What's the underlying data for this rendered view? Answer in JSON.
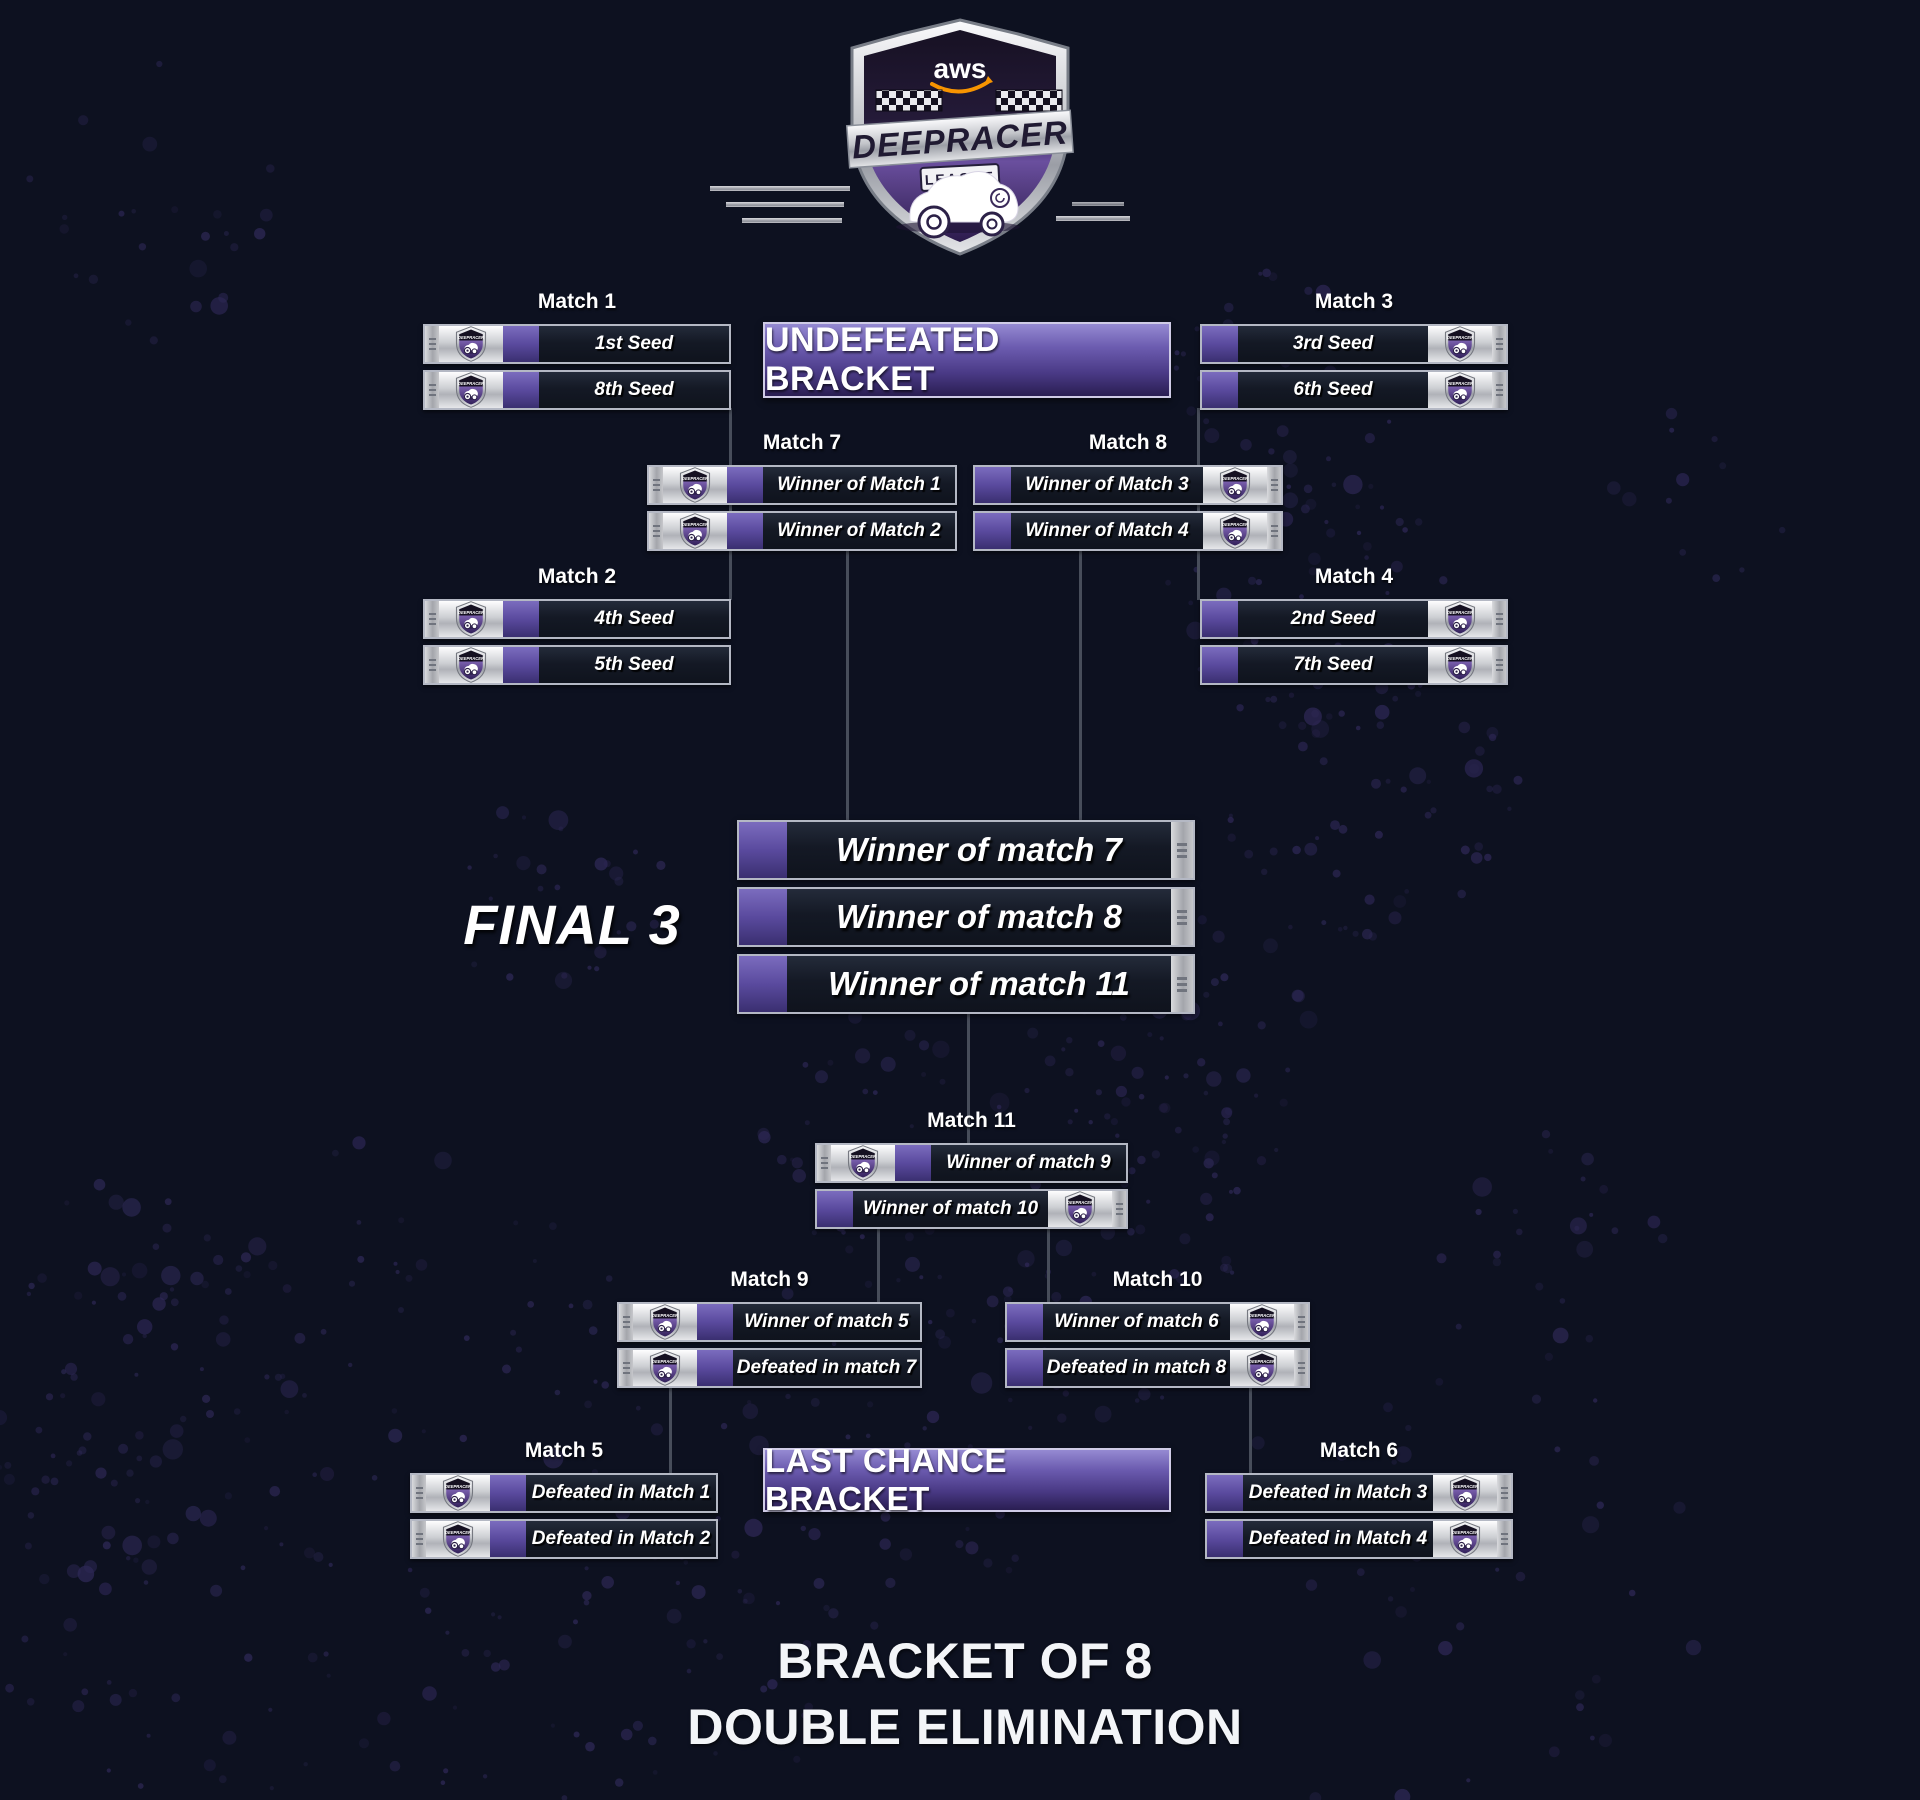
{
  "logo": {
    "aws": "aws",
    "name": "DEEPRACER",
    "league": "LEAGUE"
  },
  "sections": {
    "undefeated": "UNDEFEATED BRACKET",
    "last_chance": "LAST CHANCE BRACKET"
  },
  "final3": {
    "title": "FINAL 3",
    "slots": [
      "Winner of match 7",
      "Winner of match 8",
      "Winner of match 11"
    ]
  },
  "matches": {
    "m1": {
      "label": "Match 1",
      "slots": [
        "1st Seed",
        "8th Seed"
      ]
    },
    "m2": {
      "label": "Match 2",
      "slots": [
        "4th Seed",
        "5th Seed"
      ]
    },
    "m3": {
      "label": "Match 3",
      "slots": [
        "3rd Seed",
        "6th Seed"
      ]
    },
    "m4": {
      "label": "Match 4",
      "slots": [
        "2nd Seed",
        "7th Seed"
      ]
    },
    "m7": {
      "label": "Match 7",
      "slots": [
        "Winner of Match 1",
        "Winner of Match 2"
      ]
    },
    "m8": {
      "label": "Match 8",
      "slots": [
        "Winner of Match 3",
        "Winner of Match 4"
      ]
    },
    "m11": {
      "label": "Match 11",
      "slots": [
        "Winner of match 9",
        "Winner of match 10"
      ]
    },
    "m9": {
      "label": "Match 9",
      "slots": [
        "Winner of match 5",
        "Defeated in match 7"
      ]
    },
    "m10": {
      "label": "Match 10",
      "slots": [
        "Winner of match 6",
        "Defeated in match 8"
      ]
    },
    "m5": {
      "label": "Match 5",
      "slots": [
        "Defeated in Match 1",
        "Defeated in Match 2"
      ]
    },
    "m6": {
      "label": "Match 6",
      "slots": [
        "Defeated in Match 3",
        "Defeated in Match 4"
      ]
    }
  },
  "footer": {
    "line1": "BRACKET OF 8",
    "line2": "DOUBLE ELIMINATION"
  },
  "icons": {
    "badge": "deepracer-shield-badge"
  },
  "colors": {
    "background": "#0d1120",
    "accent_purple": "#6a5ab4",
    "banner_purple": "#5b4a9e",
    "silver": "#c9cbcf",
    "bar_dark": "#141a26",
    "connector": "#474d5a",
    "aws_orange": "#f79400",
    "dots": "#2e2856"
  }
}
